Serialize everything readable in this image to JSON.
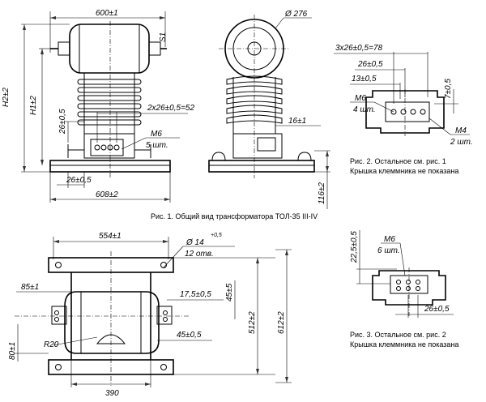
{
  "fig1": {
    "caption": "Рис. 1. Общий вид трансформатора ТОЛ-35 III-IV",
    "dims": {
      "width_top": "600±1",
      "h2": "H2±2",
      "h1": "H1±2",
      "s1": "S1",
      "d26_left": "26±0,5",
      "pitch": "2x26±0,5=52",
      "m6": "М6",
      "m6_qty": "5 шт.",
      "d26_bottom": "26±0,5",
      "width_base": "608±2",
      "diam": "Ø 276",
      "d16": "16±1",
      "h116": "116±2"
    }
  },
  "fig2": {
    "caption_line1": "Рис. 2. Остальное см. рис. 1",
    "caption_line2": "Крышка клеммника не показана",
    "dims": {
      "pitch": "3x26±0,5=78",
      "d26": "26±0,5",
      "d13": "13±0,5",
      "d7": "7±0,5",
      "m6": "М6",
      "m6_qty": "4 шт.",
      "m4": "М4",
      "m4_qty": "2 шт."
    }
  },
  "fig3": {
    "caption_line1": "Рис. 3. Остальное см. рис. 2",
    "caption_line2": "Крышка клеммника не показана",
    "dims": {
      "d22": "22,5±0,5",
      "m6": "М6",
      "m6_qty": "6 шт.",
      "d26": "26±0,5"
    }
  },
  "plan": {
    "dims": {
      "width_top": "554±1",
      "hole_diam": "Ø 14",
      "hole_tol": "+0,5",
      "holes_qty": "12 отв.",
      "d85": "85±1",
      "d17": "17,5±0,5",
      "d45v": "45±5",
      "d45": "45±0,5",
      "h512": "512±2",
      "h612": "612±2",
      "r20": "R20",
      "d80": "80±1",
      "d390": "390"
    }
  }
}
